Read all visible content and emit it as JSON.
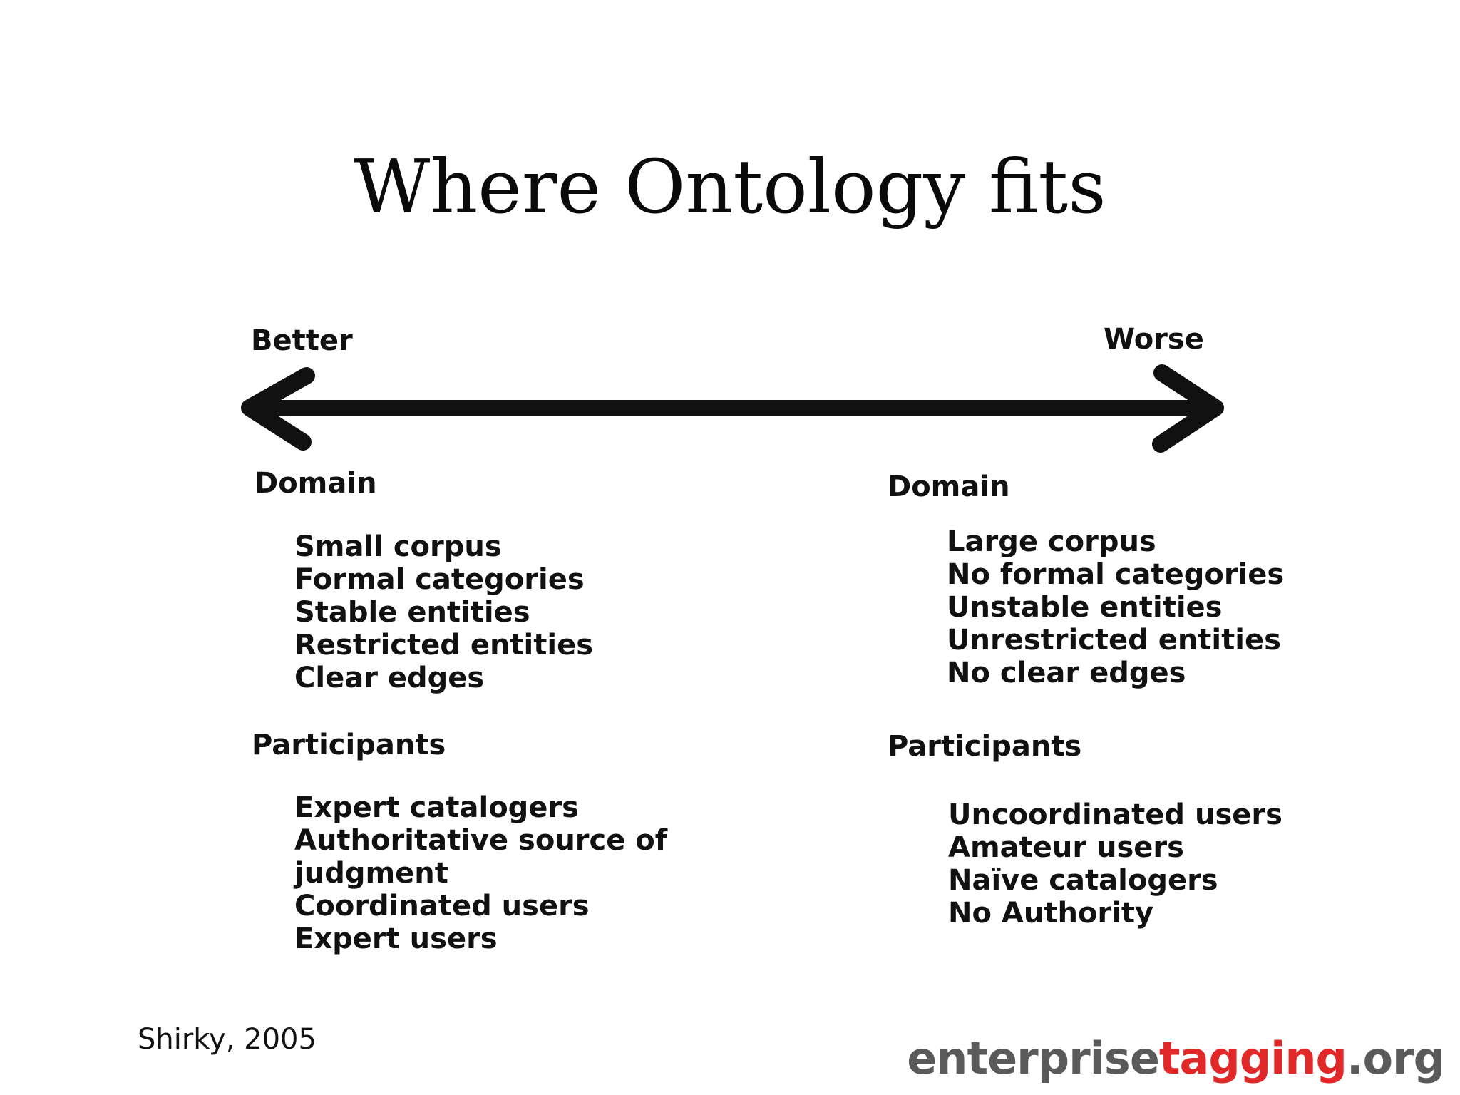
{
  "title": "Where Ontology fits",
  "poles": {
    "left": "Better",
    "right": "Worse"
  },
  "left": {
    "domain_heading": "Domain",
    "domain_items": [
      "Small corpus",
      "Formal categories",
      "Stable entities",
      "Restricted entities",
      "Clear edges"
    ],
    "participants_heading": "Participants",
    "participants_items": [
      "Expert catalogers",
      "Authoritative source of",
      "judgment",
      "Coordinated users",
      "Expert users"
    ]
  },
  "right": {
    "domain_heading": "Domain",
    "domain_items": [
      "Large corpus",
      "No formal categories",
      "Unstable entities",
      "Unrestricted entities",
      "No clear edges"
    ],
    "participants_heading": "Participants",
    "participants_items": [
      "Uncoordinated users",
      "Amateur users",
      "Naïve catalogers",
      "No Authority"
    ]
  },
  "citation": "Shirky, 2005",
  "logo": {
    "part1": "enterprise",
    "part2": "tagging",
    "part3": ".org"
  },
  "colors": {
    "text": "#111111",
    "arrow": "#111111",
    "logo_gray": "#5a5a5a",
    "logo_red": "#e02828"
  }
}
